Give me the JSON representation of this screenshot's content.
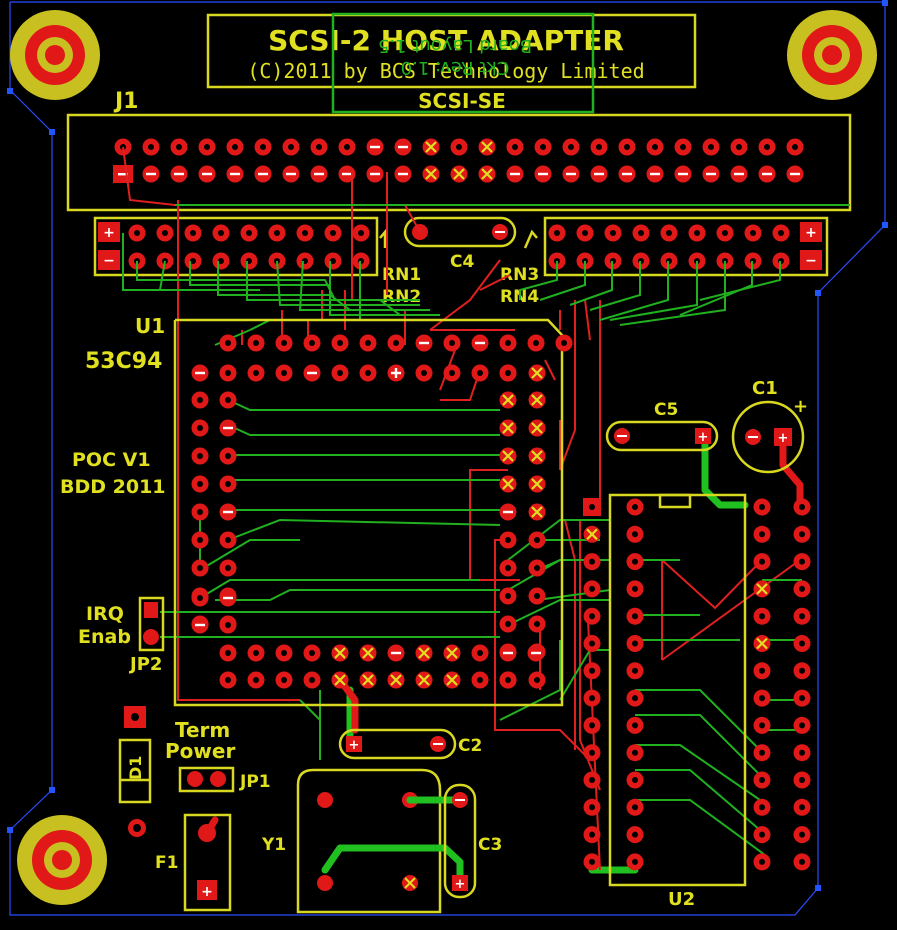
{
  "title_box": {
    "line1": "SCSI-2 HOST ADAPTER",
    "line2": "(C)2011 by BCS Technology Limited"
  },
  "overlay_box": {
    "mirrored_line1": "Ckt Rev: 1.0",
    "mirrored_line2": "Board Layout 1.5",
    "label": "SCSI-SE"
  },
  "designators": {
    "j1": "J1",
    "u1": "U1",
    "u1_part": "53C94",
    "rn1": "RN1",
    "rn2": "RN2",
    "rn3": "RN3",
    "rn4": "RN4",
    "c1": "C1",
    "c1_plus": "+",
    "c2": "C2",
    "c3": "C3",
    "c4": "C4",
    "c5": "C5",
    "u2": "U2",
    "y1": "Y1",
    "f1": "F1",
    "d1": "D1",
    "jp1": "JP1",
    "jp2": "JP2"
  },
  "notes": {
    "poc_line1": "POC V1",
    "poc_line2": "BDD 2011",
    "irq_line1": "IRQ",
    "irq_line2": "Enab",
    "term_line1": "Term",
    "term_line2": "Power"
  },
  "colors": {
    "silkscreen": "#e0e020",
    "top_copper": "#e02020",
    "bottom_copper": "#20b020",
    "pad": "#e01818",
    "board_outline": "#2a4cff",
    "background": "#000000"
  }
}
